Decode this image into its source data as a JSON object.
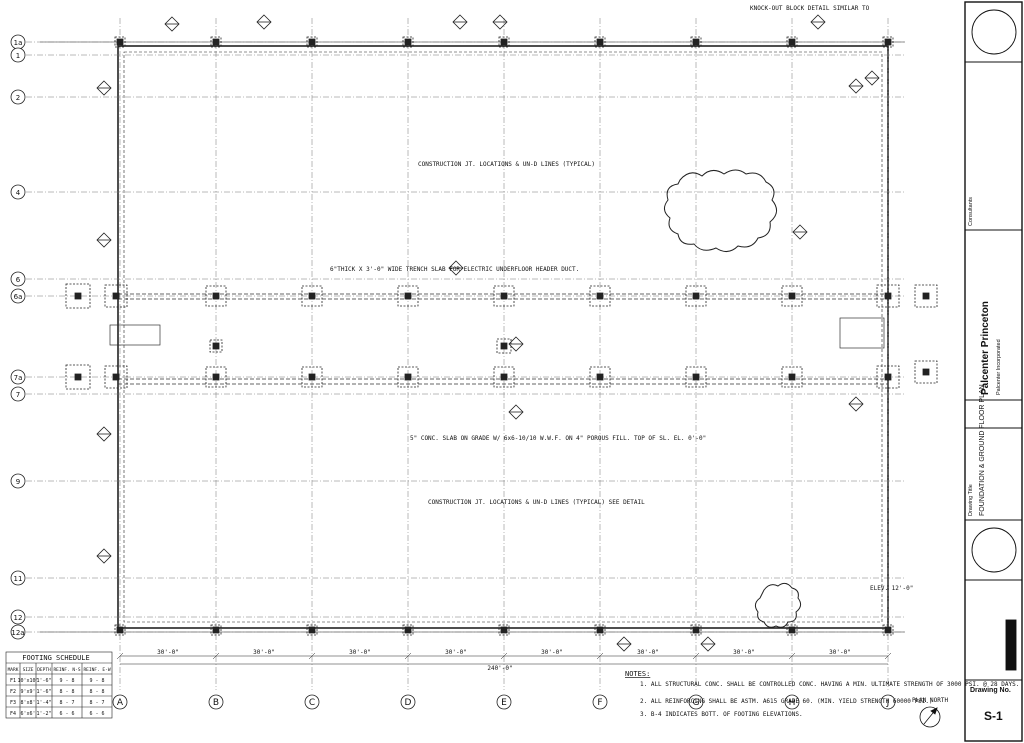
{
  "grid_columns": [
    "A",
    "B",
    "C",
    "D",
    "E",
    "F",
    "G",
    "H",
    "J"
  ],
  "grid_rows": [
    "1a",
    "1",
    "2",
    "4",
    "6",
    "6a",
    "7a",
    "7",
    "9",
    "11",
    "12",
    "12a"
  ],
  "dimensions": {
    "bays": [
      "30'-0\"",
      "30'-0\"",
      "30'-0\"",
      "30'-0\"",
      "30'-0\"",
      "30'-0\"",
      "30'-0\"",
      "30'-0\""
    ],
    "overall": "240'-0\""
  },
  "notes_header": "NOTES:",
  "notes": [
    "1. ALL STRUCTURAL CONC. SHALL BE CONTROLLED CONC. HAVING A MIN. ULTIMATE STRENGTH OF 3000 PSI. @ 28 DAYS.",
    "2. ALL REINFORCING SHALL BE ASTM. A615 GRADE 60. (MIN. YIELD STRENGTH 60000 PSI.)",
    "3. B-4 INDICATES BOTT. OF FOOTING ELEVATIONS."
  ],
  "footing_schedule": {
    "title": "FOOTING SCHEDULE",
    "headers": [
      "MARK",
      "SIZE",
      "DEPTH",
      "REINF. N-S",
      "REINF. E-W"
    ],
    "rows": [
      [
        "F1",
        "10'x10'",
        "1'-6\"",
        "9 - 8",
        "9 - 8"
      ],
      [
        "F2",
        "9'x9'",
        "1'-6\"",
        "8 - 8",
        "8 - 8"
      ],
      [
        "F3",
        "8'x8'",
        "1'-4\"",
        "8 - 7",
        "8 - 7"
      ],
      [
        "F4",
        "6'x6'",
        "1'-2\"",
        "6 - 6",
        "6 - 6"
      ]
    ]
  },
  "annotations": {
    "construction_jt_1": "CONSTRUCTION JT. LOCATIONS & UN-D LINES (TYPICAL)",
    "construction_jt_2": "CONSTRUCTION JT. LOCATIONS & UN-D LINES (TYPICAL) SEE DETAIL",
    "trench": "6\"THICK X 3'-0\" WIDE TRENCH SLAB FOR ELECTRIC UNDERFLOOR HEADER DUCT.",
    "slab_note": "5\" CONC. SLAB ON GRADE W/ 6x6-10/10 W.W.F. ON 4\" POROUS FILL. TOP OF SL. EL. 0'-0\"",
    "plan_north": "PLAN NORTH",
    "knockout": "KNOCK-OUT BLOCK DETAIL SIMILAR TO",
    "elev_note": "ELEV. 12'-0\""
  },
  "title_block": {
    "project": "Palcenter Princeton",
    "owner": "Palcenter Incorporated",
    "drawing_title": "FOUNDATION & GROUND FLOOR PLAN",
    "drawing_no_label": "Drawing No.",
    "drawing_no": "S-1",
    "consultants_label": "Consultants",
    "drawing_title_label": "Drawing Title"
  }
}
